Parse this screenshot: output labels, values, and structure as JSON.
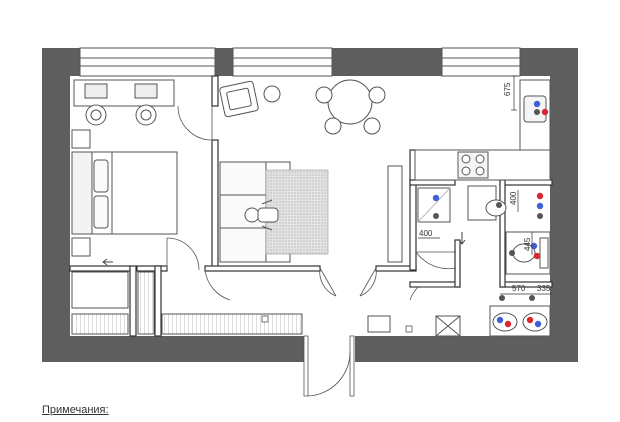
{
  "dimensions": {
    "d675": "675",
    "d400_shower": "400",
    "d400_bath": "400",
    "d445": "445",
    "d570": "570",
    "d335": "335"
  },
  "notes_label": "Примечания:",
  "colors": {
    "wall": "#5e5e5e",
    "line": "#333333",
    "rug": "#d9d9d9",
    "hot_pipe": "#d6282e",
    "cold_pipe": "#3f5ed8",
    "drain": "#555555"
  }
}
